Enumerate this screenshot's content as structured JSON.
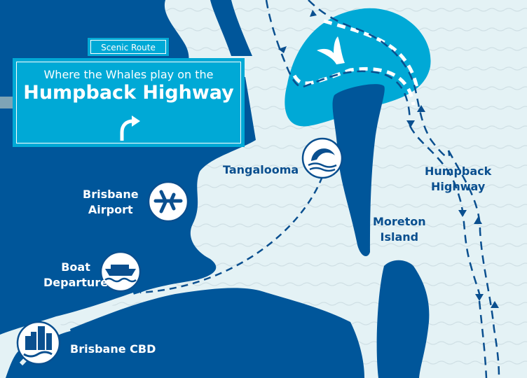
{
  "sign": {
    "tag": "Scenic Route",
    "line1": "Where the Whales play on the",
    "line2": "Humpback Highway"
  },
  "labels": {
    "tangalooma": "Tangalooma",
    "airport": [
      "Brisbane",
      "Airport"
    ],
    "boat": [
      "Boat",
      "Departure"
    ],
    "cbd": "Brisbane CBD",
    "moreton": [
      "Moreton",
      "Island"
    ],
    "highway": [
      "Humpback",
      "Highway"
    ]
  },
  "colors": {
    "land": "#00569a",
    "water": "#e4f2f5",
    "whale_zone": "#00a9d6"
  }
}
